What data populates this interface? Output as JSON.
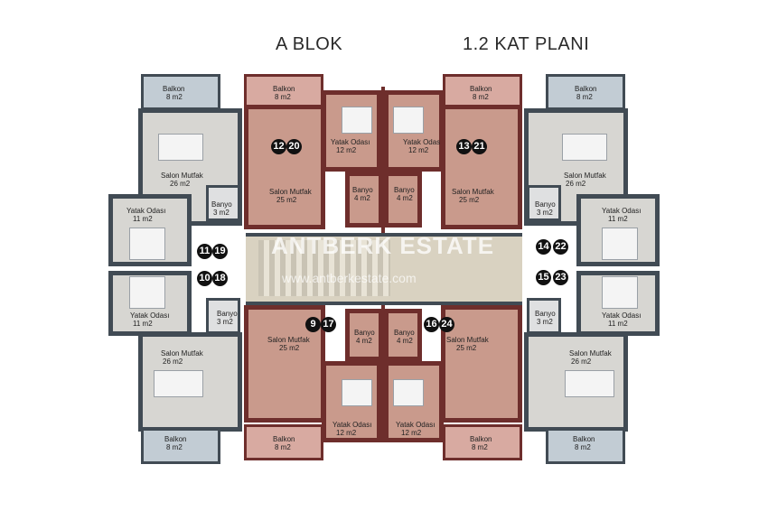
{
  "header": {
    "block_title": "A BLOK",
    "floor_title": "1.2 KAT PLANI"
  },
  "watermark": {
    "brand": "ANTBERK ESTATE",
    "url": "www.antberkestate.com"
  },
  "rooms": {
    "balkon": "Balkon",
    "balkon_size": "8 m2",
    "yatak": "Yatak Odası",
    "yatak_small": "12 m2",
    "yatak_large": "11 m2",
    "salon": "Salon Mutfak",
    "salon_red": "25 m2",
    "salon_grey": "26 m2",
    "banyo": "Banyo",
    "banyo_red": "4 m2",
    "banyo_grey": "3 m2"
  },
  "apartments": {
    "a12": "12",
    "a20": "20",
    "a13": "13",
    "a21": "21",
    "a11": "11",
    "a19": "19",
    "a10": "10",
    "a18": "18",
    "a14": "14",
    "a22": "22",
    "a15": "15",
    "a23": "23",
    "a9": "9",
    "a17": "17",
    "a16": "16",
    "a24": "24"
  },
  "colors": {
    "grey_unit": "#d7d6d2",
    "red_unit": "#c99a8c",
    "wall_grey": "#414b54",
    "wall_red": "#6e2e2c"
  }
}
